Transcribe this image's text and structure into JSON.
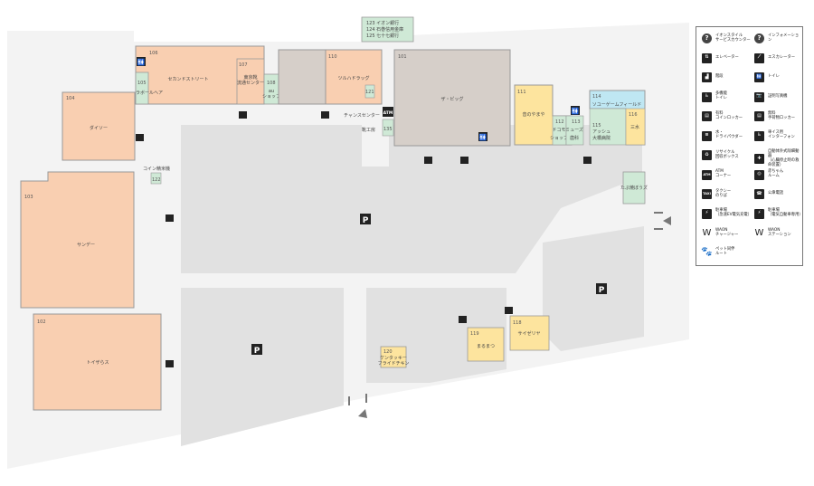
{
  "stores": {
    "s101": {
      "num": "101",
      "name": "ザ・ビッグ"
    },
    "s102": {
      "num": "102",
      "name": "トイザらス"
    },
    "s103": {
      "num": "103",
      "name": "サンデー"
    },
    "s104": {
      "num": "104",
      "name": "ダイソー"
    },
    "s105": {
      "num": "105",
      "name": "ラボールヘア"
    },
    "s106": {
      "num": "106",
      "name": "セカンドストリート"
    },
    "s107": {
      "num": "107",
      "name1": "東京靴",
      "name2": "流通センター"
    },
    "s108": {
      "num": "108",
      "name1": "au",
      "name2": "ショップ"
    },
    "s110": {
      "num": "110",
      "name": "ツルハドラッグ"
    },
    "s111": {
      "num": "111",
      "name": "音のやまや"
    },
    "s112": {
      "num": "112",
      "name1": "ドコモ",
      "name2": "ショップ"
    },
    "s113": {
      "num": "113",
      "name1": "ミューズ",
      "name2": "歯科"
    },
    "s114": {
      "num": "114",
      "name": "ソユーゲームフィールド"
    },
    "s115": {
      "num": "115",
      "name1": "アッシュ",
      "name2": "大橋病院"
    },
    "s116": {
      "num": "116",
      "name": "三水"
    },
    "s118": {
      "num": "118",
      "name": "サイゼリヤ"
    },
    "s119": {
      "num": "119",
      "name": "まるまつ"
    },
    "s120": {
      "num": "120",
      "name1": "ケンタッキー",
      "name2": "フライドチキン"
    },
    "s121": {
      "num": "121"
    },
    "s122": {
      "num": "122"
    },
    "s135": {
      "num": "135"
    }
  },
  "banks": [
    "123 イオン銀行",
    "124 石巻信用金庫",
    "125 七十七銀行"
  ],
  "labels": {
    "chance_center": "チャンスセンター",
    "shoe_repair": "靴工房",
    "coin_laundry": "コイン精米機",
    "takoyaki": "たぷ焼ぼうズ",
    "atm": "ATM",
    "parking": "P",
    "toilet": "🚻",
    "bicycle": "🚲"
  },
  "legend": [
    {
      "icon": "info-circle-icon",
      "glyph": "?",
      "text1": "イオンスタイル",
      "text2": "サービスカウンター"
    },
    {
      "icon": "information-icon",
      "glyph": "?",
      "text1": "インフォメーション",
      "text2": ""
    },
    {
      "icon": "elevator-icon",
      "glyph": "⇅",
      "text1": "エレベーター",
      "text2": ""
    },
    {
      "icon": "escalator-icon",
      "glyph": "⟋",
      "text1": "エスカレーター",
      "text2": ""
    },
    {
      "icon": "stairs-icon",
      "glyph": "▟",
      "text1": "階段",
      "text2": ""
    },
    {
      "icon": "toilet-icon",
      "glyph": "🚻",
      "text1": "トイレ",
      "text2": ""
    },
    {
      "icon": "accessible-toilet-icon",
      "glyph": "♿",
      "text1": "多機能",
      "text2": "トイレ"
    },
    {
      "icon": "photo-booth-icon",
      "glyph": "📷",
      "text1": "証明写真機",
      "text2": ""
    },
    {
      "icon": "coin-locker-icon",
      "glyph": "▤",
      "text1": "有料",
      "text2": "コインロッカー"
    },
    {
      "icon": "free-locker-icon",
      "glyph": "▤",
      "text1": "無料",
      "text2": "手荷物ロッカー"
    },
    {
      "icon": "hair-dryer-icon",
      "glyph": "≋",
      "text1": "水・",
      "text2": "ドライパウダー"
    },
    {
      "icon": "wheelchair-intercom-icon",
      "glyph": "♿",
      "text1": "車イス用",
      "text2": "インターフォン"
    },
    {
      "icon": "recycle-box-icon",
      "glyph": "♻",
      "text1": "リサイクル",
      "text2": "回収ボックス"
    },
    {
      "icon": "aed-icon",
      "glyph": "✚",
      "text1": "自動体外式除細動器",
      "text2": "（心臓停止時の救命装置）"
    },
    {
      "icon": "atm-icon",
      "glyph": "ATM",
      "text1": "ATM",
      "text2": "コーナー"
    },
    {
      "icon": "baby-room-icon",
      "glyph": "◎",
      "text1": "赤ちゃん",
      "text2": "ルーム"
    },
    {
      "icon": "taxi-icon",
      "glyph": "TAXI",
      "text1": "タクシー",
      "text2": "のりば"
    },
    {
      "icon": "public-phone-icon",
      "glyph": "☎",
      "text1": "公衆電話",
      "text2": ""
    },
    {
      "icon": "ev-charger-icon",
      "glyph": "⚡",
      "text1": "駐車場",
      "text2": "（急速EV電気充電）"
    },
    {
      "icon": "ev-charger-slow-icon",
      "glyph": "⚡",
      "text1": "駐車場",
      "text2": "（電気自動車専用）"
    },
    {
      "icon": "waon-charger-icon",
      "glyph": "W",
      "text1": "WAON",
      "text2": "チャージャー"
    },
    {
      "icon": "waon-station-icon",
      "glyph": "W",
      "text1": "WAON",
      "text2": "ステーション"
    },
    {
      "icon": "pet-route-icon",
      "glyph": "🐾",
      "text1": "ペット同伴",
      "text2": "ルート"
    }
  ]
}
